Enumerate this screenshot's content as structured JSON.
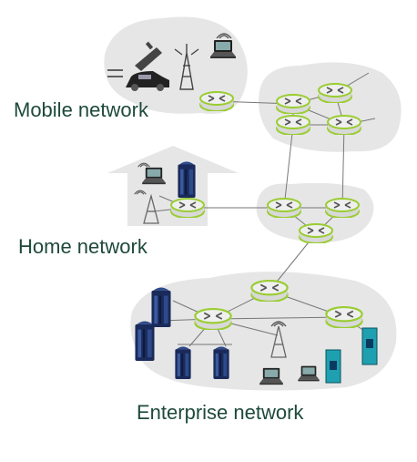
{
  "labels": {
    "mobile": "Mobile network",
    "home": "Home network",
    "enterprise": "Enterprise network"
  },
  "colors": {
    "cloud": "#e6e6e6",
    "link": "#777777",
    "router_ring": "#9acd32",
    "router_body": "#ececec",
    "label_text": "#1e4a3a",
    "server_blue": "#1a2a5a",
    "server_teal": "#1fa0b0"
  }
}
